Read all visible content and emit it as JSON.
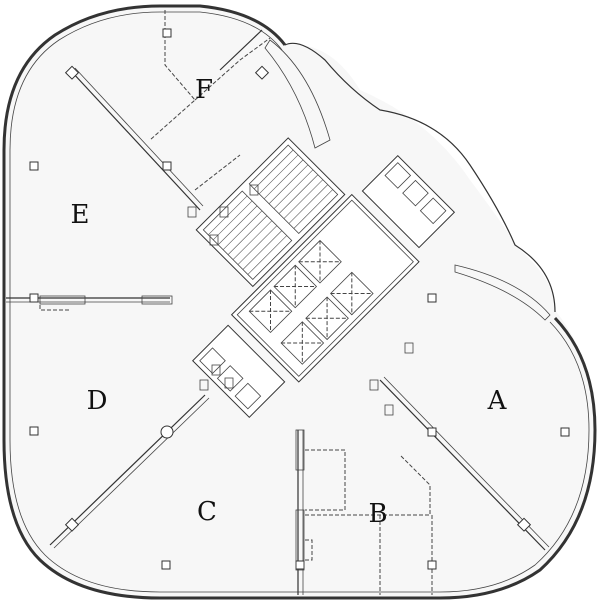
{
  "zones": [
    {
      "id": "A",
      "label": "A"
    },
    {
      "id": "B",
      "label": "B"
    },
    {
      "id": "C",
      "label": "C"
    },
    {
      "id": "D",
      "label": "D"
    },
    {
      "id": "E",
      "label": "E"
    },
    {
      "id": "F",
      "label": "F"
    }
  ]
}
